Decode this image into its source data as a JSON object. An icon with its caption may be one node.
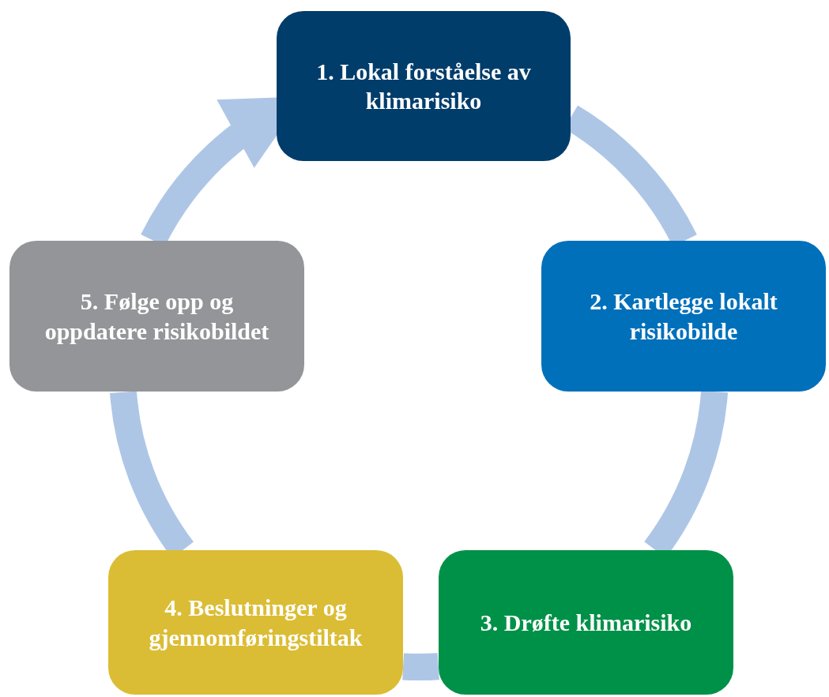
{
  "diagram": {
    "nodes": [
      {
        "text": [
          "1. Lokal forståelse av klimarisiko"
        ]
      },
      {
        "text": [
          "2. Kartlegge lokalt risikobilde"
        ]
      },
      {
        "text": [
          "3. Drøfte klimarisiko"
        ]
      },
      {
        "text": [
          "4. Beslutninger og gjennomføringstiltak"
        ]
      },
      {
        "text": [
          "5. Følge opp og oppdatere risikobildet"
        ]
      }
    ],
    "edges": [
      {
        "from": 0,
        "to": 1,
        "arrow": "none"
      },
      {
        "from": 1,
        "to": 2,
        "arrow": "none"
      },
      {
        "from": 2,
        "to": 3,
        "arrow": "none"
      },
      {
        "from": 3,
        "to": 4,
        "arrow": "none"
      },
      {
        "from": 4,
        "to": 0,
        "arrow": "to"
      }
    ]
  }
}
